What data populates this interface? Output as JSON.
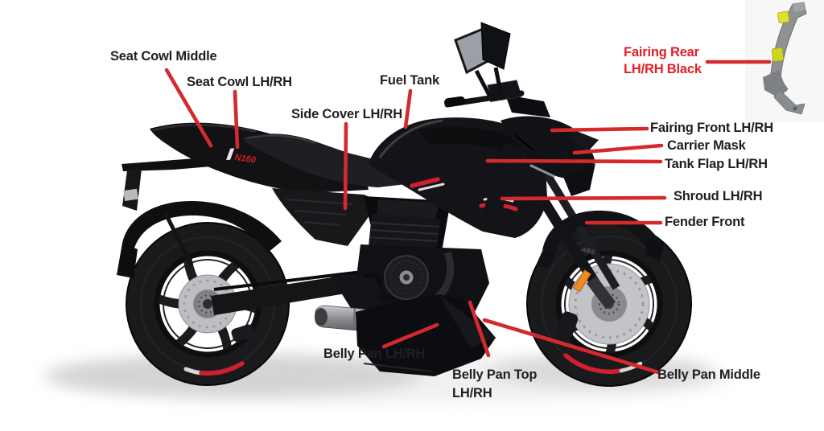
{
  "colors": {
    "background": "#ffffff",
    "callout_line": "#d42a2e",
    "callout_text": "#221e1f",
    "callout_text_red": "#e02127",
    "accent_red": "#cf2030",
    "bike_body": "#131316",
    "part_gray": "#8f9194",
    "part_clip_yellow": "#dde32a"
  },
  "bike": {
    "tail_badge": "N160",
    "fender_badge": "ABS"
  },
  "callouts": [
    {
      "id": "seat-cowl-middle",
      "lines": [
        "Seat Cowl Middle"
      ]
    },
    {
      "id": "seat-cowl-lh-rh",
      "lines": [
        "Seat Cowl LH/RH"
      ]
    },
    {
      "id": "side-cover-lh-rh",
      "lines": [
        "Side Cover LH/RH"
      ]
    },
    {
      "id": "fuel-tank",
      "lines": [
        "Fuel Tank"
      ]
    },
    {
      "id": "fairing-rear-lh-rh-black",
      "lines": [
        "Fairing Rear",
        "LH/RH Black"
      ],
      "highlight": true
    },
    {
      "id": "fairing-front-lh-rh",
      "lines": [
        "Fairing Front LH/RH"
      ]
    },
    {
      "id": "carrier-mask",
      "lines": [
        "Carrier Mask"
      ]
    },
    {
      "id": "tank-flap-lh-rh",
      "lines": [
        "Tank Flap LH/RH"
      ]
    },
    {
      "id": "shroud-lh-rh",
      "lines": [
        "Shroud LH/RH"
      ]
    },
    {
      "id": "fender-front",
      "lines": [
        "Fender Front"
      ]
    },
    {
      "id": "belly-pan-lh-rh",
      "lines": [
        "Belly Pan LH/RH"
      ]
    },
    {
      "id": "belly-pan-top-lh-rh",
      "lines": [
        "Belly Pan Top",
        "LH/RH"
      ]
    },
    {
      "id": "belly-pan-middle",
      "lines": [
        "Belly Pan Middle"
      ]
    }
  ]
}
